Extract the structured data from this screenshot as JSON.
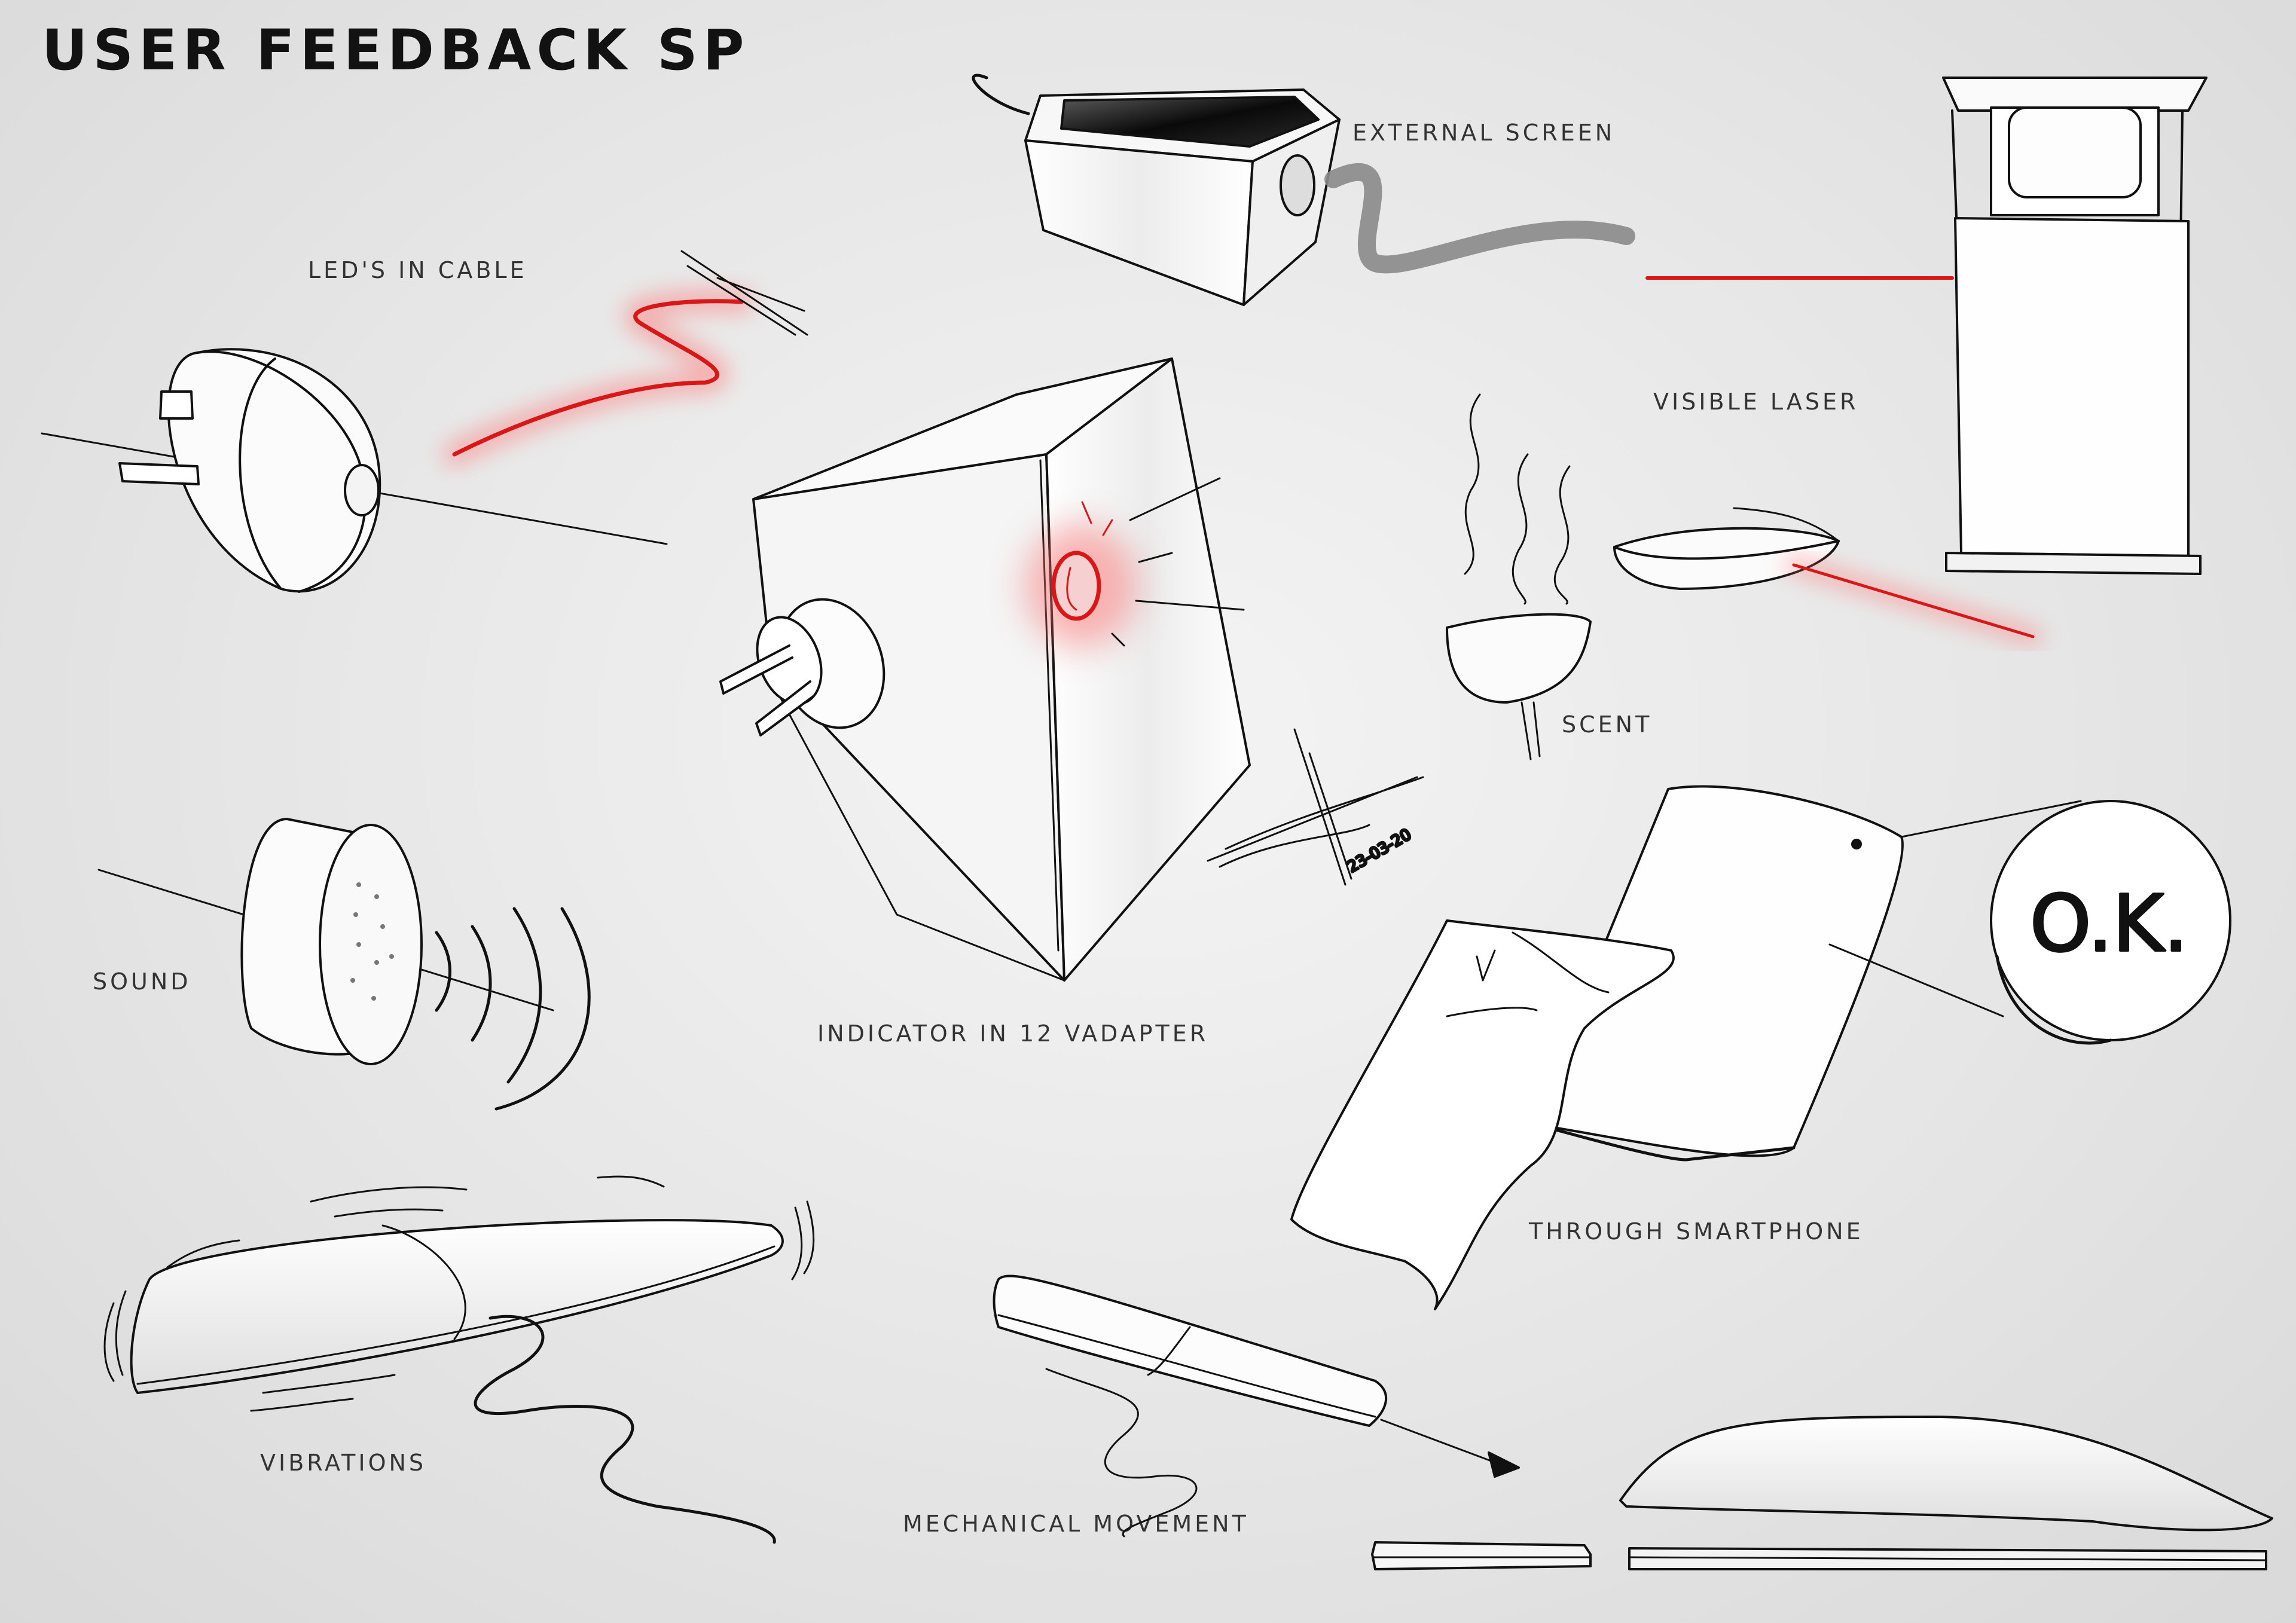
{
  "title": "USER FEEDBACK SP",
  "labels": {
    "leds_in_cable": "LED'S IN CABLE",
    "external_screen": "EXTERNAL SCREEN",
    "visible_laser": "VISIBLE LASER",
    "scent": "SCENT",
    "sound": "SOUND",
    "indicator": "INDICATOR IN 12 VADAPTER",
    "through_smartphone": "THROUGH SMARTPHONE",
    "vibrations": "VIBRATIONS",
    "mechanical_movement": "MECHANICAL MOVEMENT"
  },
  "sketch_text": {
    "ok_bubble": "O.K.",
    "signature_date": "23-03-20"
  },
  "colors": {
    "ink": "#111111",
    "accent_red": "#d81818",
    "glow_red": "#ff6a6a",
    "cable_grey": "#8a8a8a"
  }
}
